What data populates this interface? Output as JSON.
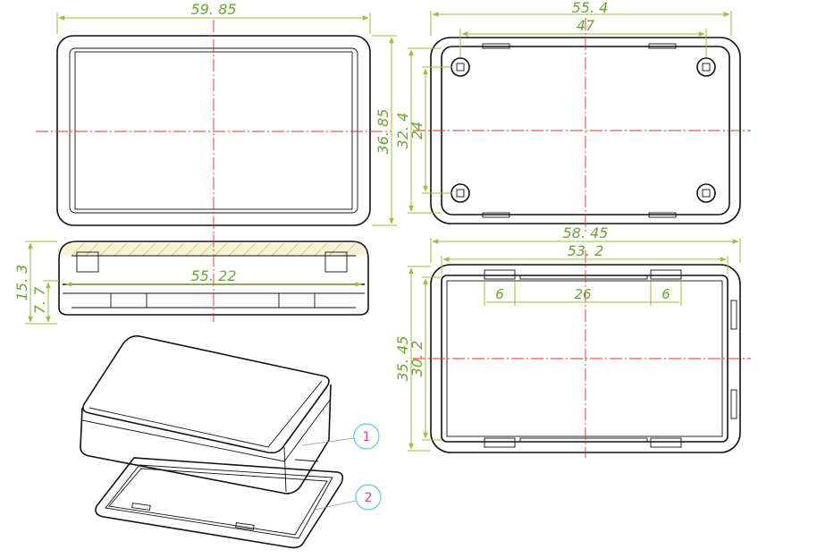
{
  "front_view": {
    "width_label": "59. 85",
    "height_label": "36. 85",
    "inner_height_label": "32. 4"
  },
  "top_view": {
    "width_label": "55. 4",
    "inner_width_label": "47",
    "height_label": "24"
  },
  "side_view": {
    "length_label": "55. 22",
    "height_label": "15. 3",
    "inner_height_label": "7. 7"
  },
  "bottom_view": {
    "width_label": "58. 45",
    "inner_width_label": "53. 2",
    "tab_left_label": "6",
    "tab_gap_label": "26",
    "tab_right_label": "6",
    "height_label": "35. 45",
    "inner_height_label": "30. 2"
  },
  "iso_view": {
    "callout_1": "1",
    "callout_2": "2"
  },
  "colors": {
    "dimension": "#6aa630",
    "centerline": "#d8322e",
    "callout": "#d23ab0",
    "outline": "#111111"
  }
}
